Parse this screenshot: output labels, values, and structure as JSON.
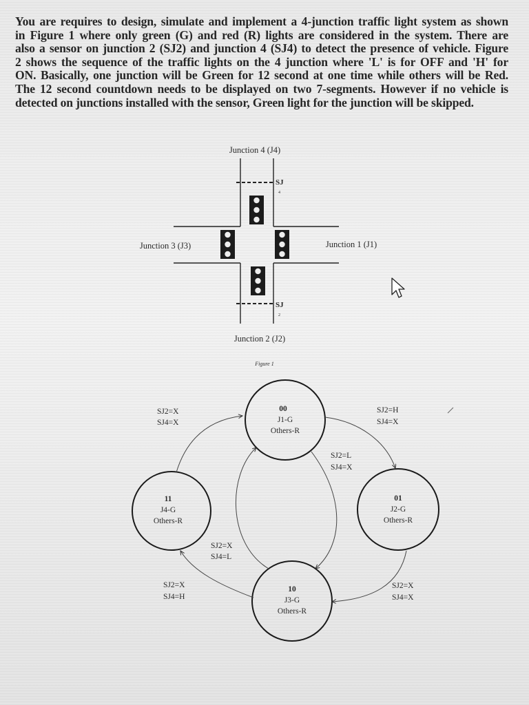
{
  "paragraph": {
    "lines": [
      "You are requires to design, simulate and implement a 4-junction traffic light system as shown",
      "in Figure 1 where only green (G) and red (R) lights are considered in the system. There are",
      "also a sensor on junction 2 (SJ2) and junction 4 (SJ4) to detect the presence of vehicle. Figure",
      "2 shows the sequence of the traffic lights on the 4 junction where 'L' is for OFF and 'H' for",
      "ON. Basically, one junction will be Green for 12 second at one time while others will be Red.",
      "The 12 second countdown needs to be displayed on two 7-segments. However if no vehicle is",
      "detected on junctions installed with the sensor, Green light for the junction will be skipped."
    ]
  },
  "figure1": {
    "junction4_label": "Junction 4 (J4)",
    "junction3_label": "Junction 3 (J3)",
    "junction1_label": "Junction 1 (J1)",
    "junction2_label": "Junction 2 (J2)",
    "sensor_top_label": "SJ",
    "sensor_top_sub": "4",
    "sensor_bottom_label": "SJ",
    "sensor_bottom_sub": "2",
    "caption": "Figure 1"
  },
  "figure2": {
    "states": [
      {
        "code": "00",
        "green": "J1-G",
        "others": "Others-R"
      },
      {
        "code": "01",
        "green": "J2-G",
        "others": "Others-R"
      },
      {
        "code": "10",
        "green": "J3-G",
        "others": "Others-R"
      },
      {
        "code": "11",
        "green": "J4-G",
        "others": "Others-R"
      }
    ],
    "transitions": {
      "into_00_from_11": [
        "SJ2=X",
        "SJ4=X"
      ],
      "from_00_to_01": [
        "SJ2=H",
        "SJ4=X"
      ],
      "from_00_to_10": [
        "SJ2=L",
        "SJ4=X"
      ],
      "from_01_to_10": [
        "SJ2=X",
        "SJ4=X"
      ],
      "from_10_to_11": [
        "SJ2=X",
        "SJ4=H"
      ],
      "from_10_to_00": [
        "SJ2=X",
        "SJ4=L"
      ]
    }
  }
}
